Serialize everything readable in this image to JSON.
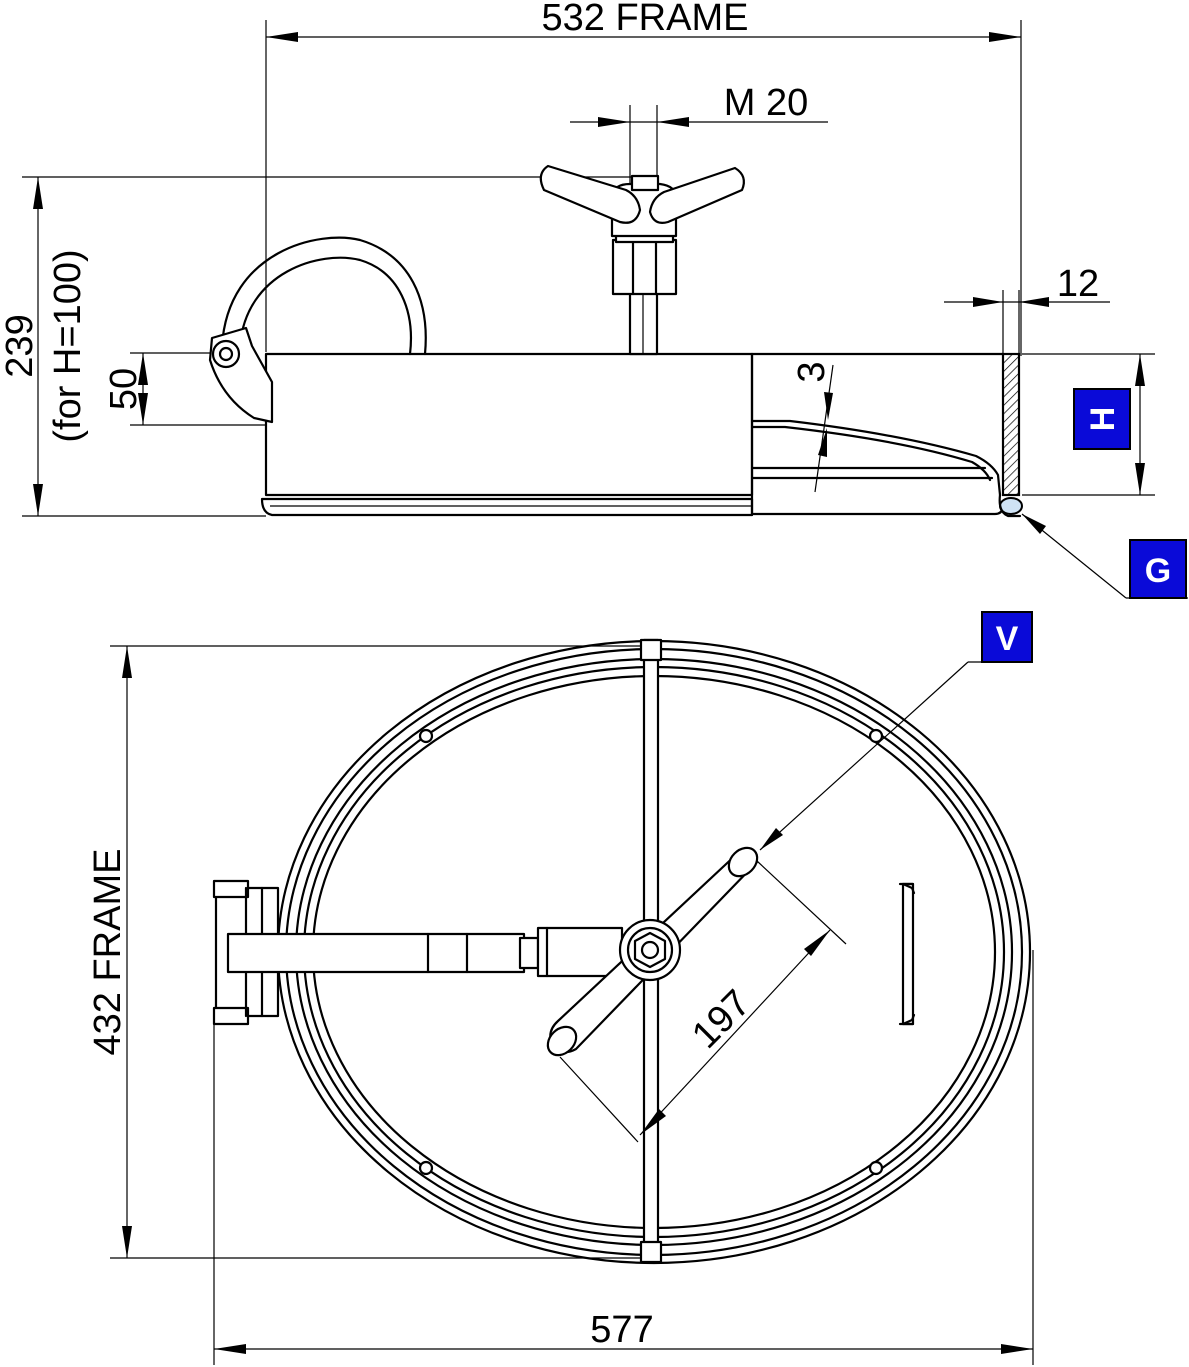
{
  "dimensions": {
    "frame_width": "532  FRAME",
    "thread": "M  20",
    "height_total": "239",
    "height_note": "(for H=100)",
    "neck_height": "50",
    "thickness": "3",
    "flange": "12",
    "frame_height": "432  FRAME",
    "overall_width": "577",
    "handle_length": "197"
  },
  "badges": {
    "h": "H",
    "g": "G",
    "v": "V"
  },
  "colors": {
    "badge": "#0a0ad8",
    "line": "#000000"
  }
}
